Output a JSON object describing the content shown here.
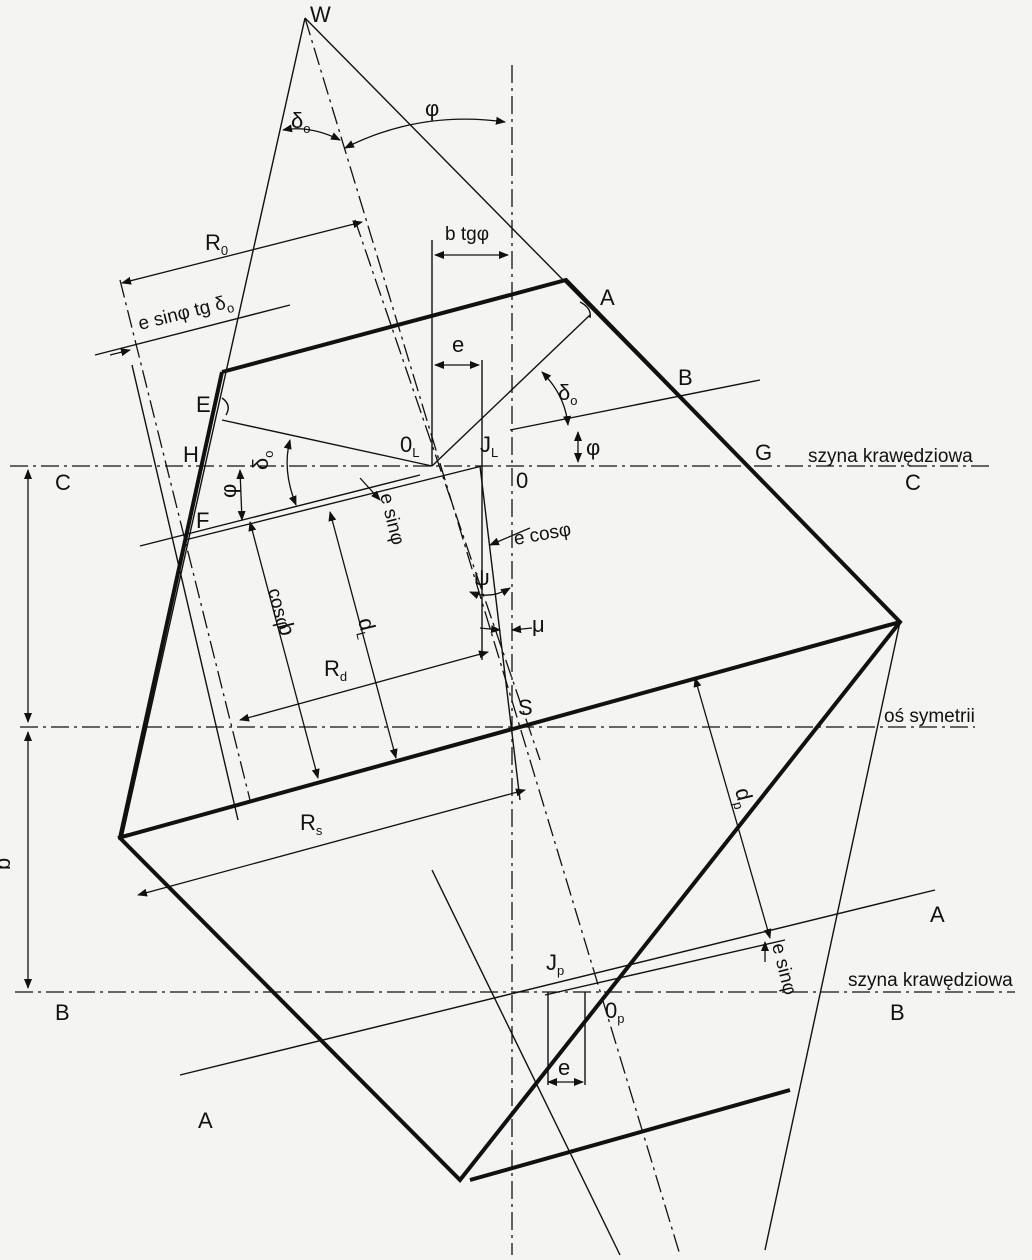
{
  "diagram": {
    "labels": {
      "W": "W",
      "A_top": "A",
      "B_top": "B",
      "E": "E",
      "H": "H",
      "F": "F",
      "G": "G",
      "OL": "0",
      "OL_sub": "L",
      "JL": "J",
      "JL_sub": "L",
      "O": "0",
      "S": "S",
      "Jp": "J",
      "Jp_sub": "p",
      "Op": "0",
      "Op_sub": "p",
      "C_left": "C",
      "C_right": "C",
      "B_left": "B",
      "B_right": "B",
      "A_right": "A",
      "A_left": "A"
    },
    "annotations": {
      "delta_o": "δ",
      "delta_o_sub": "o",
      "phi": "φ",
      "R0": "R",
      "R0_sub": "0",
      "b_tg_phi": "b tgφ",
      "e_sin_phi_tg": "e sinφ tg",
      "e": "e",
      "e_sin_phi": "e sinφ",
      "e_cos_phi": "e cosφ",
      "psi": "ψ",
      "mu": "μ",
      "b_over_cos_num": "b",
      "b_over_cos_den": "cosφ",
      "dL": "d",
      "dL_sub": "L",
      "Rd": "R",
      "Rd_sub": "d",
      "Rs": "R",
      "Rs_sub": "s",
      "dp": "d",
      "dp_sub": "p",
      "b_side": "b",
      "szyna_top": "szyna krawędziowa",
      "szyna_bottom": "szyna krawędziowa",
      "os_symetrii": "oś symetrii"
    }
  }
}
